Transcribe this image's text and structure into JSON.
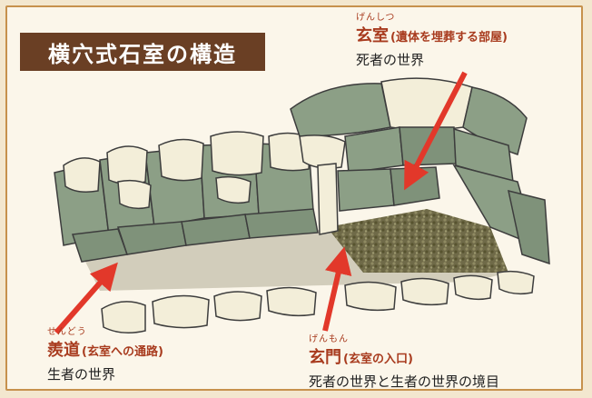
{
  "title": "横穴式石室の構造",
  "burial_chamber": {
    "ruby": "げんしつ",
    "term": "玄室",
    "note": "(遺体を埋葬する部屋)",
    "description": "死者の世界"
  },
  "passage": {
    "ruby": "せんどう",
    "term": "羨道",
    "note": "(玄室への通路)",
    "description": "生者の世界"
  },
  "gate": {
    "ruby": "げんもん",
    "term": "玄門",
    "note": "(玄室の入口)",
    "description": "死者の世界と生者の世界の境目"
  },
  "colors": {
    "frame": "#c7914d",
    "title_bg": "#6a3f24",
    "accent": "#a83b1e",
    "arrow": "#e2382a",
    "stone_green": "#8c9f86",
    "stone_light": "#f3eed9",
    "gravel": "#6f6a48",
    "floor": "#cfcab8"
  }
}
